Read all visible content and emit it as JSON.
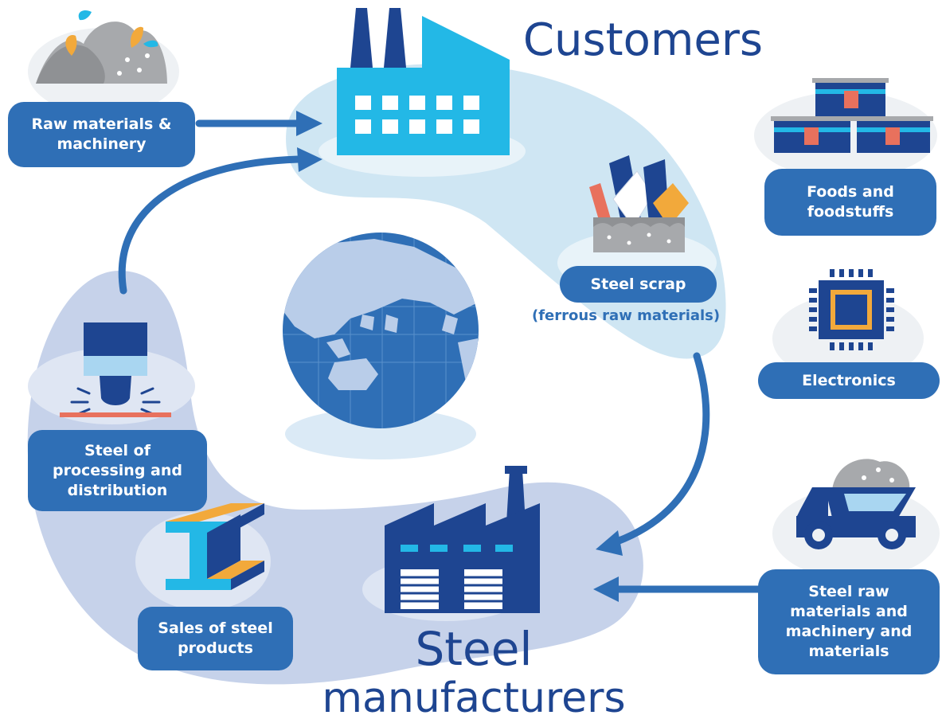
{
  "titles": {
    "customers": "Customers",
    "steel_manufacturers_line1": "Steel",
    "steel_manufacturers_line2": "manufacturers"
  },
  "labels": {
    "raw_materials": "Raw materials &\nmachinery",
    "foods": "Foods and\nfoodstuffs",
    "steel_scrap": "Steel scrap",
    "steel_scrap_sub": "(ferrous raw materials)",
    "electronics": "Electronics",
    "processing": "Steel of\nprocessing and\ndistribution",
    "sales": "Sales of steel\nproducts",
    "steel_raw": "Steel raw\nmaterials and\nmachinery and\nmaterials"
  },
  "colors": {
    "navy": "#1e4591",
    "label_blue": "#2f6fb6",
    "sky": "#23b8e6",
    "light_blob": "#cfe6f3",
    "lavender_blob": "#c6d2ea",
    "orange": "#f2a93b",
    "coral": "#e8715d",
    "gray": "#a7a9ac"
  },
  "icons": [
    "raw-materials-pile-icon",
    "customer-factory-icon",
    "canned-food-icon",
    "scrap-bin-icon",
    "globe-icon",
    "chip-icon",
    "cutting-tool-icon",
    "steel-beam-icon",
    "steel-plant-icon",
    "dump-truck-icon"
  ]
}
